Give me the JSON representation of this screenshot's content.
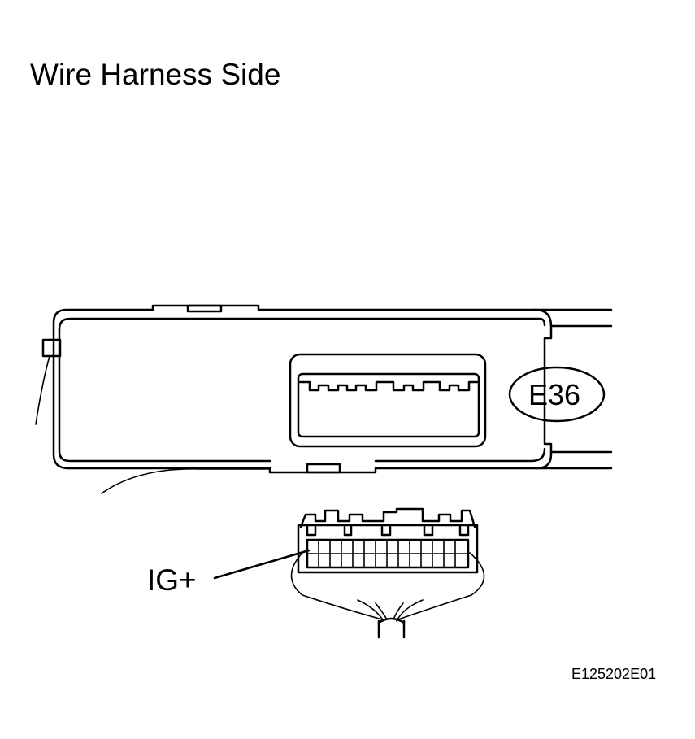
{
  "title": "Wire Harness Side",
  "connector_id": "E36",
  "terminal_label": "IG+",
  "figure_code": "E125202E01",
  "ink_color": "#000000",
  "background_color": "#ffffff"
}
